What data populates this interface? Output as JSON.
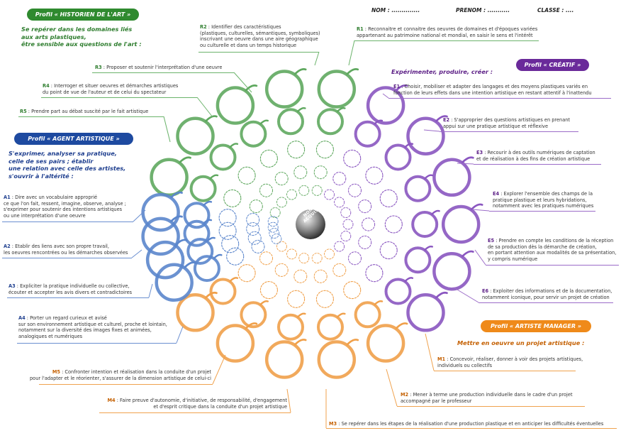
{
  "header": {
    "nom": "NOM : ..............",
    "prenom": "PRENOM : ...........",
    "classe": "CLASSE : ...."
  },
  "center": {
    "label": "NON ACQUIS"
  },
  "colors": {
    "green": "#5fa85f",
    "purple": "#8a56c0",
    "orange": "#f0a04a",
    "blue": "#5b86cc"
  },
  "profiles": {
    "historien": {
      "title": "Profil « HISTORIEN DE L'ART »",
      "heading": [
        "Se repérer dans les domaines liés",
        "aux arts plastiques,",
        "être sensible aux questions de l'art :"
      ],
      "items": [
        {
          "code": "R1",
          "lines": [
            "Reconnaitre et connaitre des oeuvres de domaines et d'époques variées",
            "appartenant au patrimoine national et mondial, en saisir le sens et l'intérêt"
          ]
        },
        {
          "code": "R2",
          "lines": [
            "Identifier des caractéristiques",
            "(plastiques, culturelles, sémantiques, symboliques)",
            "inscrivant une oeuvre dans une aire géographique",
            "ou culturelle et dans un temps historique"
          ]
        },
        {
          "code": "R3",
          "lines": [
            "Proposer et soutenir l'interprétation d'une oeuvre"
          ]
        },
        {
          "code": "R4",
          "lines": [
            "Interroger et situer oeuvres et démarches artistiques",
            "du point de vue de l'auteur et de celui du spectateur"
          ]
        },
        {
          "code": "R5",
          "lines": [
            "Prendre part au débat suscité par le fait artistique"
          ]
        }
      ]
    },
    "agent": {
      "title": "Profil « AGENT ARTISTIQUE »",
      "heading": [
        "S'exprimer, analyser sa pratique,",
        "celle de ses pairs ; établir",
        "une relation avec celle des artistes,",
        "s'ouvrir à l'altérité :"
      ],
      "items": [
        {
          "code": "A1",
          "lines": [
            "Dire avec un vocabulaire approprié",
            "ce que l'on fait, ressent, imagine, observe, analyse ;",
            "s'exprimer pour soutenir des intentions artistiques",
            "ou une interprétation d'une oeuvre"
          ]
        },
        {
          "code": "A2",
          "lines": [
            "Etablir des liens avec son propre travail,",
            "les oeuvres rencontrées ou les démarches observées"
          ]
        },
        {
          "code": "A3",
          "lines": [
            "Expliciter la pratique individuelle ou collective,",
            "écouter et accepter les avis divers et contradictoires"
          ]
        },
        {
          "code": "A4",
          "lines": [
            "Porter un regard curieux et avisé",
            "sur son environnement artistique et culturel, proche et lointain,",
            "notamment sur la diversité des images fixes et animées,",
            "analogiques et numériques"
          ]
        }
      ]
    },
    "createur": {
      "title": "Profil « CRÉATIF »",
      "heading": [
        "Expérimenter, produire, créer :"
      ],
      "items": [
        {
          "code": "E1",
          "lines": [
            "Choisir, mobiliser et adapter des langages et des moyens plastiques variés en",
            "fonction de leurs effets dans une intention artistique en restant attentif à l'inattendu"
          ]
        },
        {
          "code": "E2",
          "lines": [
            "S'approprier des questions artistiques en prenant",
            "appui sur une pratique artistique et réflexive"
          ]
        },
        {
          "code": "E3",
          "lines": [
            "Recourir à des outils numériques de captation",
            "et de réalisation à des fins de création artistique"
          ]
        },
        {
          "code": "E4",
          "lines": [
            "Explorer l'ensemble des champs de la",
            "pratique plastique et leurs hybridations,",
            "notamment avec les pratiques numériques"
          ]
        },
        {
          "code": "E5",
          "lines": [
            "Prendre en compte les conditions de la réception",
            "de sa production dès la démarche de création,",
            "en portant attention aux modalités de sa présentation,",
            "y compris numérique"
          ]
        },
        {
          "code": "E6",
          "lines": [
            "Exploiter des informations et de la documentation,",
            "notamment iconique, pour servir un projet de création"
          ]
        }
      ]
    },
    "manager": {
      "title": "Profil « ARTISTE MANAGER »",
      "heading": [
        "Mettre en oeuvre un projet artistique :"
      ],
      "items": [
        {
          "code": "M1",
          "lines": [
            "Concevoir, réaliser, donner à voir des projets artistiques,",
            "individuels ou collectifs"
          ]
        },
        {
          "code": "M2",
          "lines": [
            "Mener à terme une production individuelle dans le cadre d'un projet",
            "accompagné par le professeur"
          ]
        },
        {
          "code": "M3",
          "lines": [
            "Se repérer dans les étapes de la réalisation d'une production plastique et en anticiper les difficultés éventuelles"
          ]
        },
        {
          "code": "M4",
          "lines": [
            "Faire preuve d'autonomie, d'initiative, de responsabilité, d'engagement",
            "et d'esprit critique dans la conduite d'un projet artistique"
          ]
        },
        {
          "code": "M5",
          "lines": [
            "Confronter intention et réalisation dans la conduite d'un projet",
            "pour l'adapter et le réorienter, s'assurer de la dimension artistique de celui-ci"
          ]
        }
      ]
    }
  }
}
